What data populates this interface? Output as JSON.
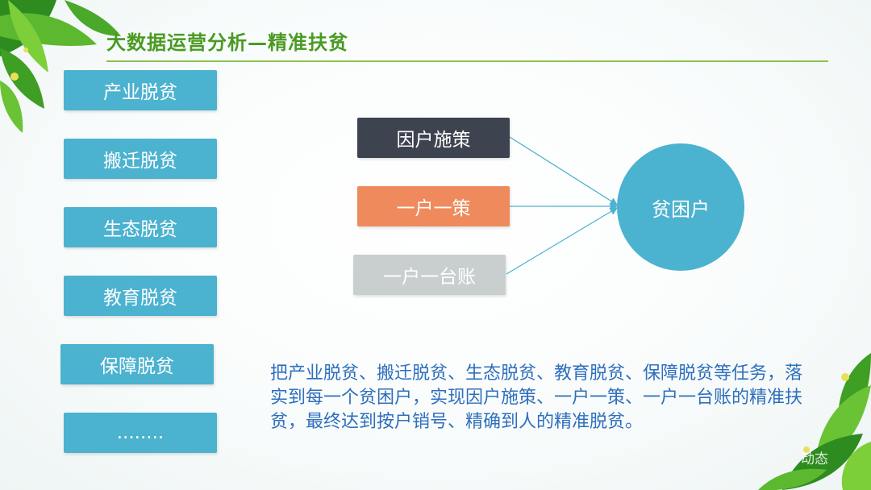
{
  "slide": {
    "title": "大数据运营分析—精准扶贫",
    "left_items": [
      {
        "label": "产业脱贫"
      },
      {
        "label": "搬迁脱贫"
      },
      {
        "label": "生态脱贫"
      },
      {
        "label": "教育脱贫"
      },
      {
        "label": "保障脱贫"
      },
      {
        "label": "........"
      }
    ],
    "middle_items": [
      {
        "label": "因户施策",
        "color": "#3e4350",
        "text_color": "#ffffff"
      },
      {
        "label": "一户一策",
        "color": "#ef8a5c",
        "text_color": "#ffffff"
      },
      {
        "label": "一户一台账",
        "color": "#c9cfcf",
        "text_color": "#ffffff"
      }
    ],
    "target": {
      "label": "贫困户",
      "color": "#4bb2cf"
    },
    "description": "把产业脱贫、搬迁脱贫、生态脱贫、教育脱贫、保障脱贫等任务，落实到每一个贫困户，实现因户施策、一户一策、一户一台账的精准扶贫，最终达到按户销号、精确到人的精准脱贫。",
    "watermark": "动态"
  },
  "colors": {
    "title": "#4a9a22",
    "accent_blue": "#4bb2cf",
    "text_blue": "#2e6fbd",
    "rule_green": "#8bc34a"
  },
  "icons": [
    "leaf-decoration-top-left",
    "leaf-decoration-bottom-right",
    "arrow-icon"
  ]
}
